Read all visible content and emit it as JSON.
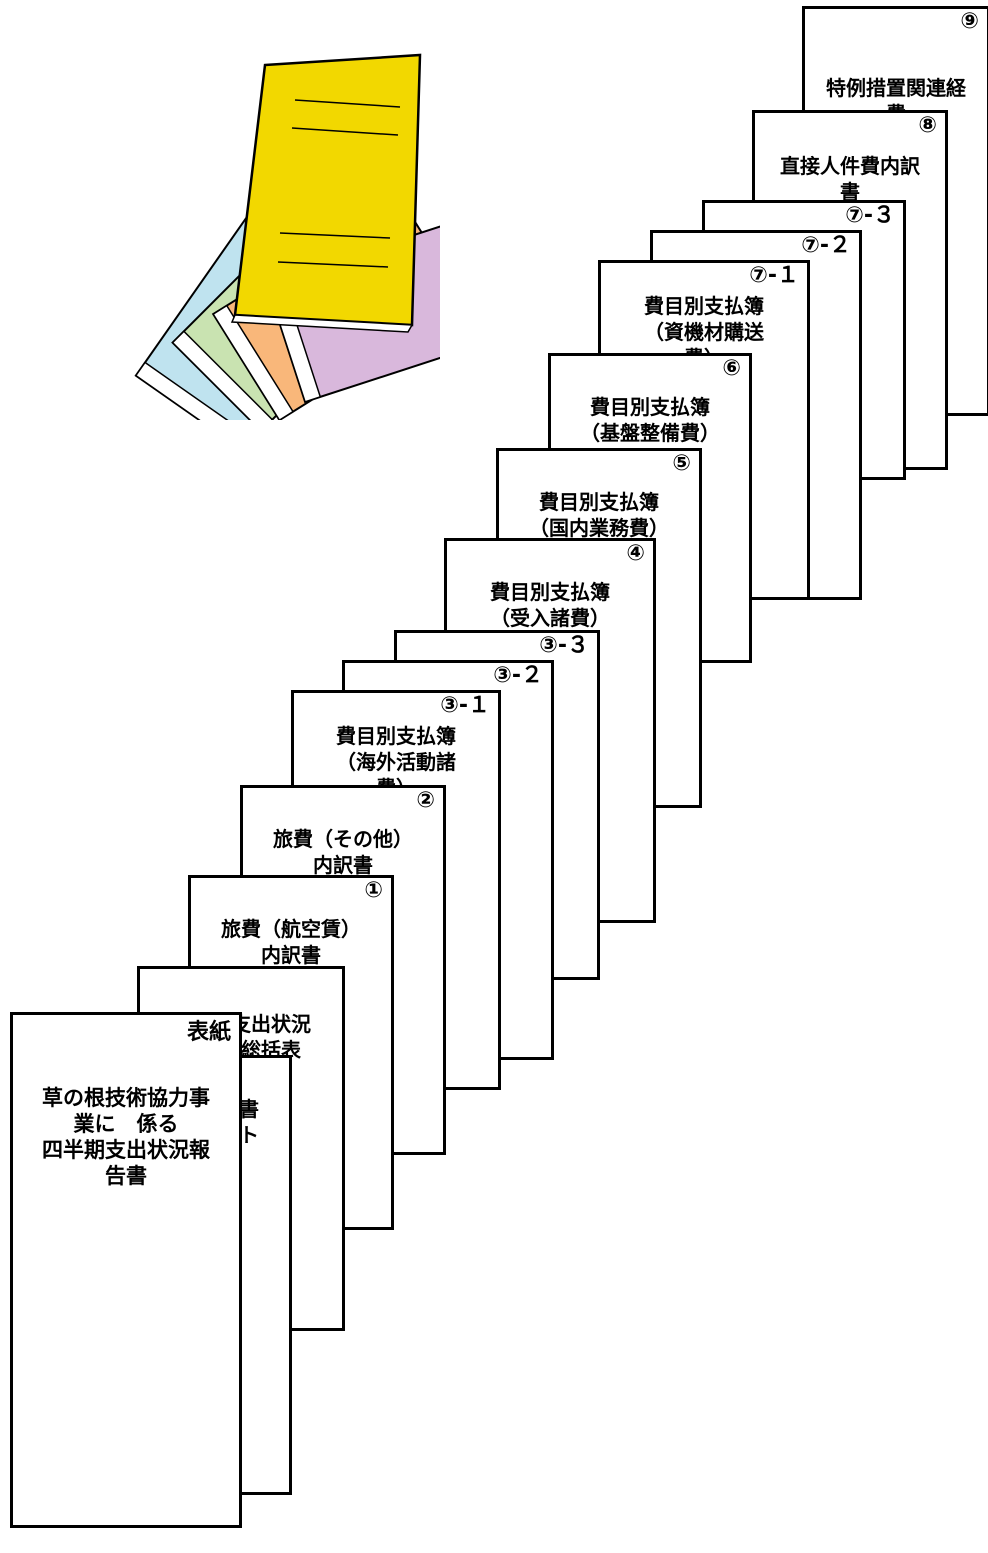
{
  "sheets": [
    {
      "id": "9",
      "number": "⑨",
      "title": "特例措置関連経\n費"
    },
    {
      "id": "8",
      "number": "⑧",
      "title": "直接人件費内訳\n書"
    },
    {
      "id": "7-3",
      "number": "⑦-３",
      "title": ""
    },
    {
      "id": "7-2",
      "number": "⑦-２",
      "title": ""
    },
    {
      "id": "7-1",
      "number": "⑦-１",
      "title": "費目別支払簿\n（資機材購送\n費）"
    },
    {
      "id": "6",
      "number": "⑥",
      "title": "費目別支払簿\n（基盤整備費）"
    },
    {
      "id": "5",
      "number": "⑤",
      "title": "費目別支払簿\n（国内業務費）"
    },
    {
      "id": "4",
      "number": "④",
      "title": "費目別支払簿\n（受入諸費）"
    },
    {
      "id": "3-3",
      "number": "③-３",
      "title": ""
    },
    {
      "id": "3-2",
      "number": "③-２",
      "title": ""
    },
    {
      "id": "3-1",
      "number": "③-１",
      "title": "費目別支払簿\n（海外活動諸\n費）"
    },
    {
      "id": "2",
      "number": "②",
      "title": "旅費（その他）\n内訳書"
    },
    {
      "id": "1",
      "number": "①",
      "title": "旅費（航空賃）\n内訳書"
    },
    {
      "id": "summary",
      "number": "",
      "title": "四半期支出状況\n報告書総括表"
    },
    {
      "id": "checklist",
      "number": "",
      "title": "支出状況報告書\nチェックリスト"
    }
  ],
  "cover": {
    "label": "表紙",
    "title": "草の根技術協力事\n業に　係る\n四半期支出状況報\n告書"
  },
  "binder_colors": [
    "#bfe3ef",
    "#c9e3b1",
    "#f9b77a",
    "#d9b8dc",
    "#f2d800"
  ]
}
